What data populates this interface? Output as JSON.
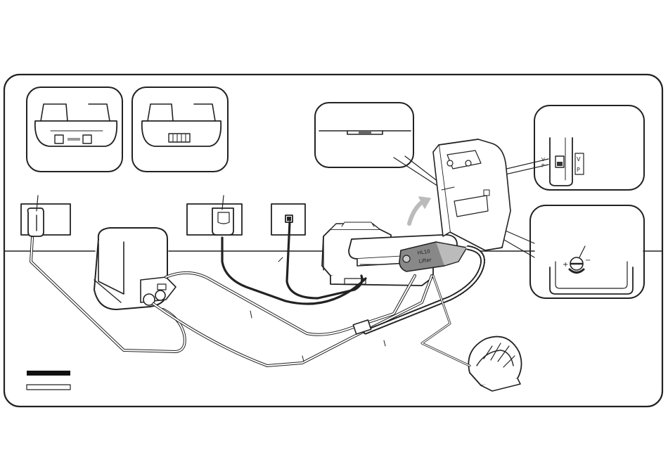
{
  "diagram": {
    "switch_labels": {
      "v": "V",
      "p": "P"
    },
    "volume_labels": {
      "plus": "+",
      "minus": "−"
    },
    "lifter_label_line1": "HL10",
    "lifter_label_line2": "Lifter",
    "legend": [
      {
        "style": "solid-black-bar"
      },
      {
        "style": "outlined-bar"
      }
    ]
  }
}
